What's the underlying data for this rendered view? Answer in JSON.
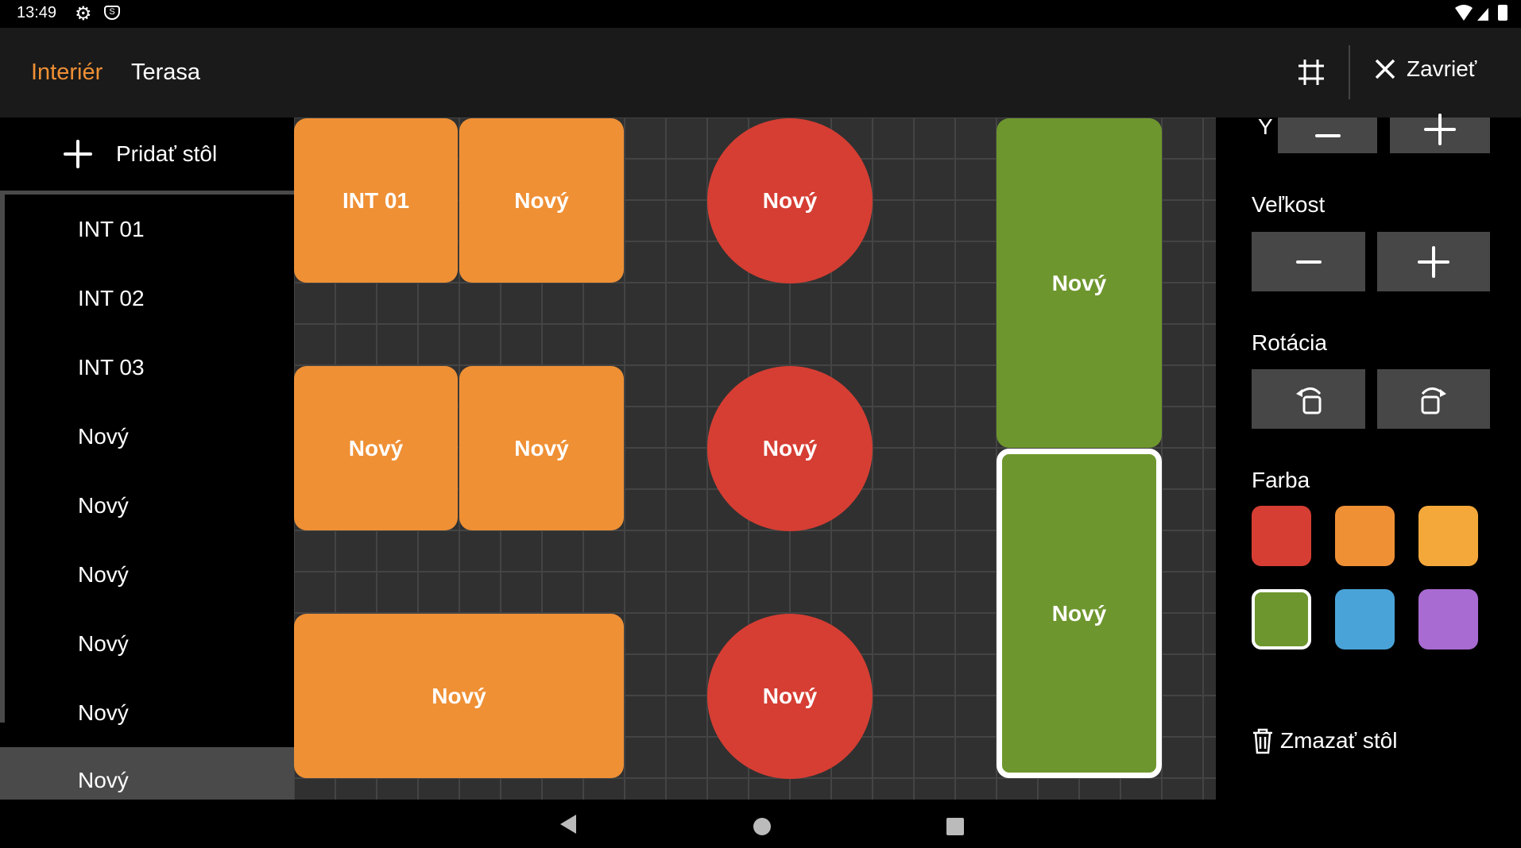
{
  "status": {
    "time": "13:49",
    "icons": [
      "gear-icon",
      "s-shield-icon",
      "wifi-icon",
      "signal-icon",
      "battery-icon"
    ]
  },
  "header": {
    "tabs": [
      {
        "label": "Interiér",
        "active": true
      },
      {
        "label": "Terasa",
        "active": false
      }
    ],
    "close_label": "Zavrieť",
    "accent": "#ef9035"
  },
  "sidebar": {
    "add_label": "Pridať stôl",
    "items": [
      "INT 01",
      "INT 02",
      "INT 03",
      "Nový",
      "Nový",
      "Nový",
      "Nový",
      "Nový",
      "Nový"
    ],
    "selected_index": 8
  },
  "canvas": {
    "tables": [
      {
        "label": "INT 01",
        "color": "orange",
        "shape": "rect"
      },
      {
        "label": "Nový",
        "color": "orange",
        "shape": "rect"
      },
      {
        "label": "Nový",
        "color": "red",
        "shape": "circle"
      },
      {
        "label": "Nový",
        "color": "green",
        "shape": "rect"
      },
      {
        "label": "Nový",
        "color": "orange",
        "shape": "rect"
      },
      {
        "label": "Nový",
        "color": "orange",
        "shape": "rect"
      },
      {
        "label": "Nový",
        "color": "red",
        "shape": "circle"
      },
      {
        "label": "Nový",
        "color": "green",
        "shape": "rect",
        "selected": true
      },
      {
        "label": "Nový",
        "color": "orange",
        "shape": "rect"
      },
      {
        "label": "Nový",
        "color": "red",
        "shape": "circle"
      }
    ]
  },
  "panel": {
    "y_label": "Y",
    "size_label": "Veľkost",
    "rotation_label": "Rotácia",
    "color_label": "Farba",
    "colors": [
      "#d63e33",
      "#ef9035",
      "#f4a83a",
      "#6e962e",
      "#4aa3d8",
      "#a86bd1"
    ],
    "selected_color_index": 3,
    "delete_label": "Zmazať stôl"
  }
}
